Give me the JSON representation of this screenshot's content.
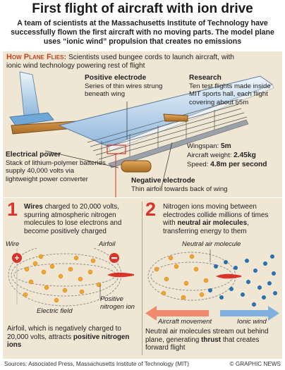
{
  "title": "First flight of aircraft with ion drive",
  "subtitle": "A team of scientists at the Massachusetts Institute of Technology have successfully flown the first aircraft with no moving parts. The model plane uses “ionic wind” propulsion that creates no emissions",
  "how": {
    "heading": "How Plane Flies:",
    "text": "Scientists used bungee cords to launch aircraft, with ionic wind technology powering rest of flight"
  },
  "positive_electrode": {
    "heading": "Positive electrode",
    "text": "Series of thin wires strung beneath wing"
  },
  "research": {
    "heading": "Research",
    "text": "Ten test flights made inside MIT sports hall, each flight covering about 55m"
  },
  "electrical_power": {
    "heading": "Electrical power",
    "text": "Stack of lithium-polymer batteries supply 40,000 volts via lightweight power converter"
  },
  "specs": {
    "wingspan_label": "Wingspan:",
    "wingspan_value": "5m",
    "weight_label": "Aircraft weight:",
    "weight_value": "2.45kg",
    "speed_label": "Speed:",
    "speed_value": "4.8m per second"
  },
  "negative_electrode": {
    "heading": "Negative electrode",
    "text": "Thin airfoil towards back of wing"
  },
  "step1": {
    "number": "1",
    "bold": "Wires",
    "text": "charged to 20,000 volts, spurring atmospheric nitrogen molecules to lose electrons and become positively charged",
    "labels": {
      "wire": "Wire",
      "airfoil": "Airfoil",
      "electric_field": "Electric field",
      "positive_ion": "Positive nitrogen ion"
    },
    "caption_pre": "Airfoil, which is negatively charged to 20,000 volts, attracts",
    "caption_bold": "positive nitrogen ions"
  },
  "step2": {
    "number": "2",
    "text_pre": "Nitrogen ions moving between electrodes collide millions of times with",
    "text_bold": "neutral air molecules",
    "text_post": ", transferring energy to them",
    "labels": {
      "neutral": "Neutral air molecule",
      "aircraft_movement": "Aircraft movement",
      "ionic_wind": "Ionic wind"
    },
    "caption_pre": "Neutral air molecules stream out behind plane, generating",
    "caption_bold": "thrust",
    "caption_post": "that creates forward flight"
  },
  "footer": {
    "sources": "Sources: Associated Press, Massachusetts Institute of Technology (MIT)",
    "credit": "© GRAPHIC NEWS"
  },
  "colors": {
    "accent_red": "#d8342c",
    "heading_orange": "#c2441f",
    "panel_beige": "#efe6d4",
    "ion_orange": "#f2a52c",
    "molecule_blue": "#2a6fb0",
    "wing_blue": "#6fa8d6",
    "wood": "#c98a3a"
  }
}
